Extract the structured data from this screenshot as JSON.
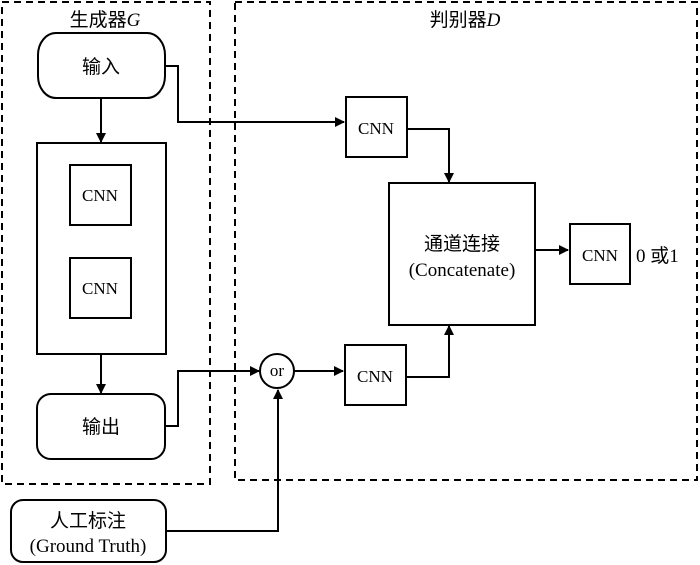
{
  "generator": {
    "title": "生成器",
    "title_symbol": "G",
    "input_label": "输入",
    "cnn_blocks": [
      "CNN",
      "CNN"
    ],
    "output_label": "输出"
  },
  "discriminator": {
    "title": "判别器",
    "title_symbol": "D",
    "top_cnn": "CNN",
    "bottom_cnn": "CNN",
    "concat_label_zh": "通道连接",
    "concat_label_en": "(Concatenate)",
    "final_cnn": "CNN",
    "result_label": "0 或1"
  },
  "or_node": "or",
  "ground_truth": {
    "label_zh": "人工标注",
    "label_en": "(Ground Truth)"
  },
  "colors": {
    "stroke": "#000000",
    "background": "#ffffff"
  }
}
